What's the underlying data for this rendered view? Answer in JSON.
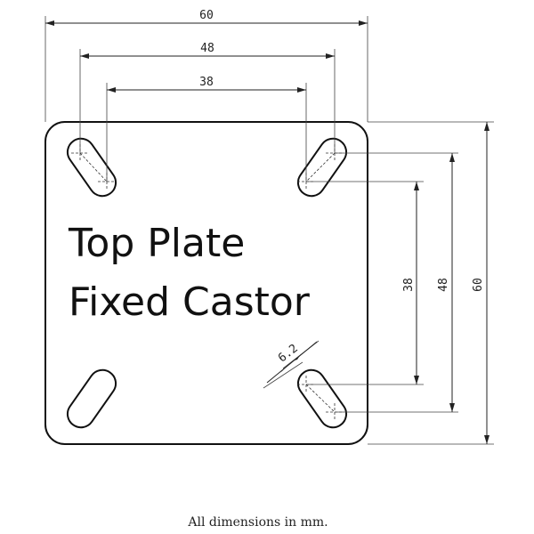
{
  "title": {
    "line1": "Top Plate",
    "line2": "Fixed Castor"
  },
  "dimensions": {
    "plate_width": "60",
    "hole_spacing_outer_x": "48",
    "hole_spacing_inner_x": "38",
    "plate_height": "60",
    "hole_spacing_outer_y": "48",
    "hole_spacing_inner_y": "38",
    "slot_width": "6.2"
  },
  "footnote": "All dimensions in mm."
}
